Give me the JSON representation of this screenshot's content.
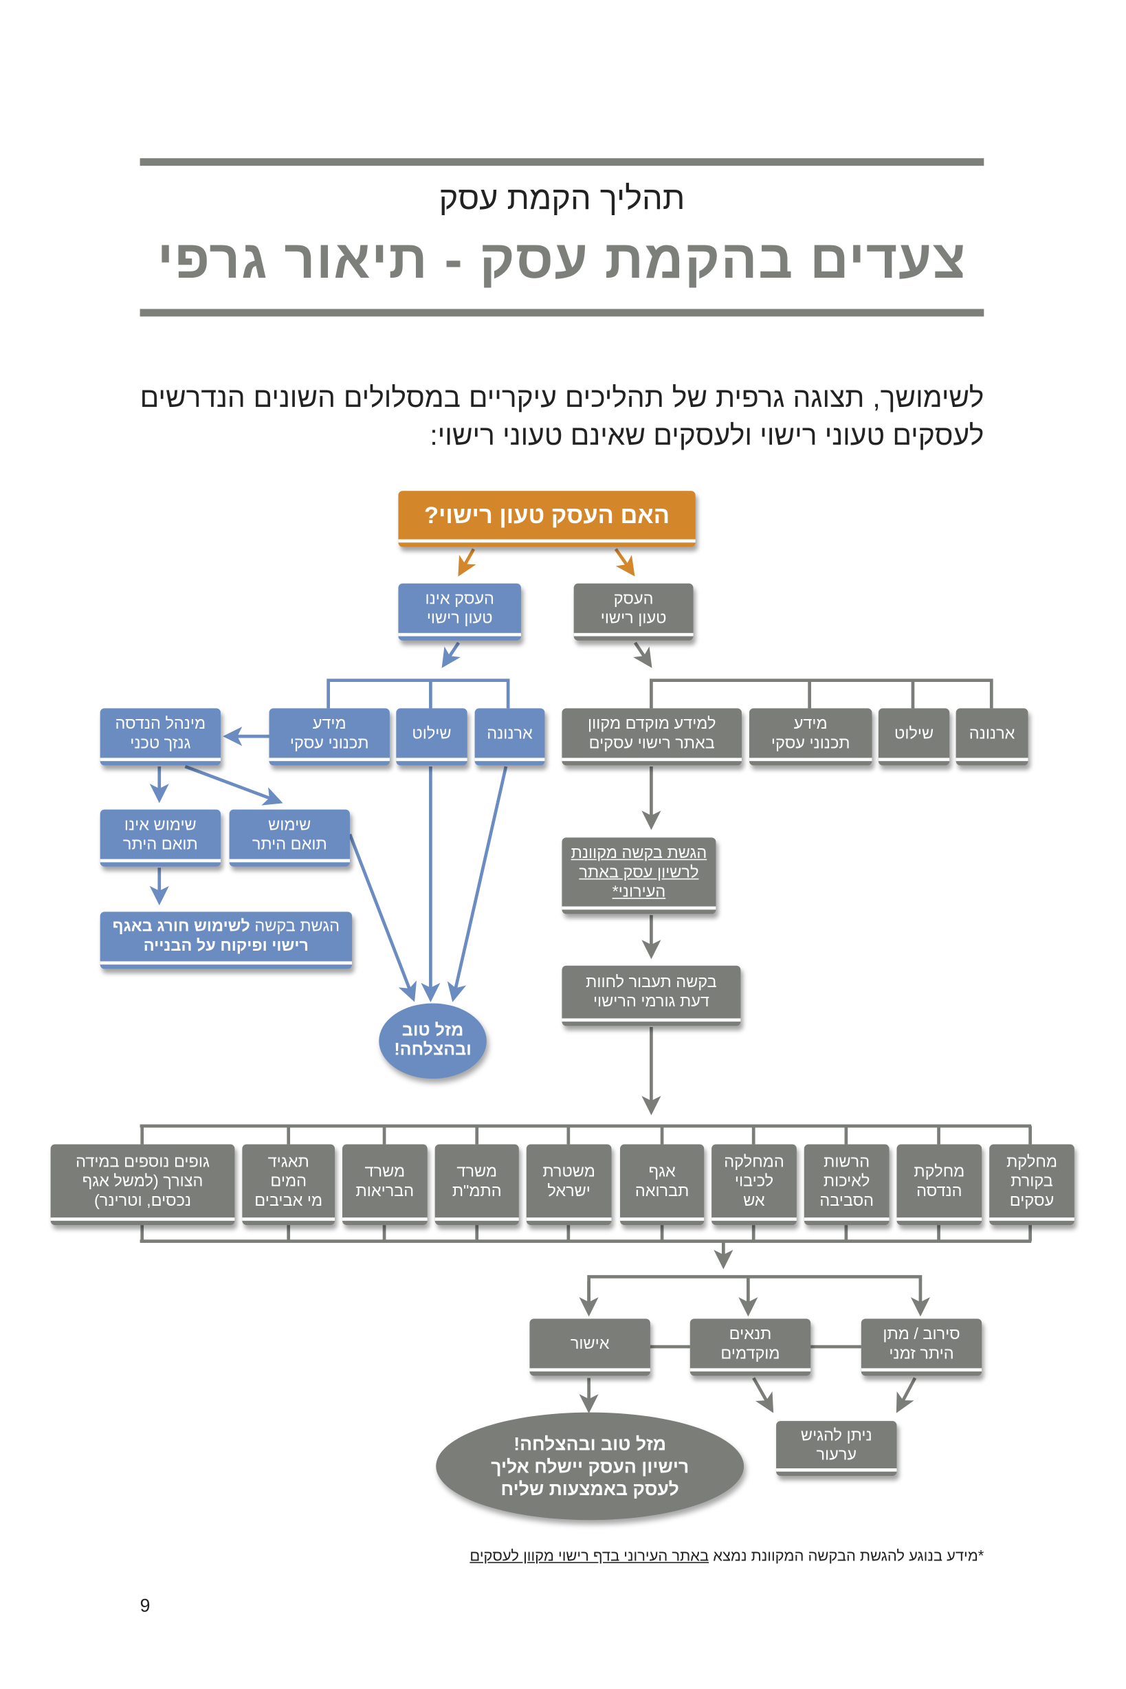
{
  "header": {
    "subtitle": "תהליך הקמת עסק",
    "title": "צעדים בהקמת עסק - תיאור גרפי"
  },
  "intro": "לשימושך, תצוגה גרפית של תהליכים עיקריים במסלולים השונים הנדרשים לעסקים טעוני רישוי ולעסקים שאינם טעוני רישוי:",
  "colors": {
    "gray": "#7a7d78",
    "blue": "#6b8cc1",
    "orange": "#d4862a"
  },
  "flow": {
    "question": "האם העסק טעון רישוי?",
    "not_required": "העסק אינו\nטעון רישוי",
    "required": "העסק\nטעון רישוי",
    "gray_top": [
      "למידע מוקדם מקוון\nבאתר רישוי עסקים",
      "מידע\nתכנוני עסקי",
      "שילוט",
      "ארנונה"
    ],
    "blue_top": [
      "מידע\nתכנוני עסקי",
      "שילוט",
      "ארנונה",
      "מינהל הנדסה\nגנזך טכני"
    ],
    "use_not_match": "שימוש אינו\nתואם היתר",
    "use_match": "שימוש\nתואם היתר",
    "exceptional_use_normal": "הגשת בקשה ",
    "exceptional_use_bold": "לשימוש חורג באגף\nרישוי ופיקוח על הבנייה",
    "congrats_blue": "מזל טוב\nובהצלחה!",
    "online_request": "הגשת בקשה מקוונת\nלרשיון עסק באתר\nהעירוני*",
    "transfer_request": "בקשה תעבור לחוות\nדעת גורמי הרישוי",
    "authorities": [
      "מחלקת\nבקורת\nעסקים",
      "מחלקת\nהנדסה",
      "הרשות\nלאיכות\nהסביבה",
      "המחלקה\nלכיבוי\nאש",
      "אגף\nתברואה",
      "משטרת\nישראל",
      "משרד\nהתמ\"ת",
      "משרד\nהבריאות",
      "תאגיד\nהמים\nמי אביבים",
      "גופים נוספים במידה\nהצורך (למשל אגף\nנכסים, וטרינר)"
    ],
    "approval": "אישור",
    "preconditions": "תנאים\nמוקדמים",
    "refusal": "סירוב / מתן\nהיתר זמני",
    "appeal": "ניתן להגיש\nערעור",
    "congrats_gray": "מזל טוב ובהצלחה!\nרישיון העסק יישלח אליך\nלעסק באמצעות שליח"
  },
  "footnote": {
    "text": "*מידע בנוגע להגשת הבקשה המקוונת נמצא ",
    "link": "באתר העירוני בדף רישוי מקוון לעסקים"
  },
  "page_number": "9"
}
